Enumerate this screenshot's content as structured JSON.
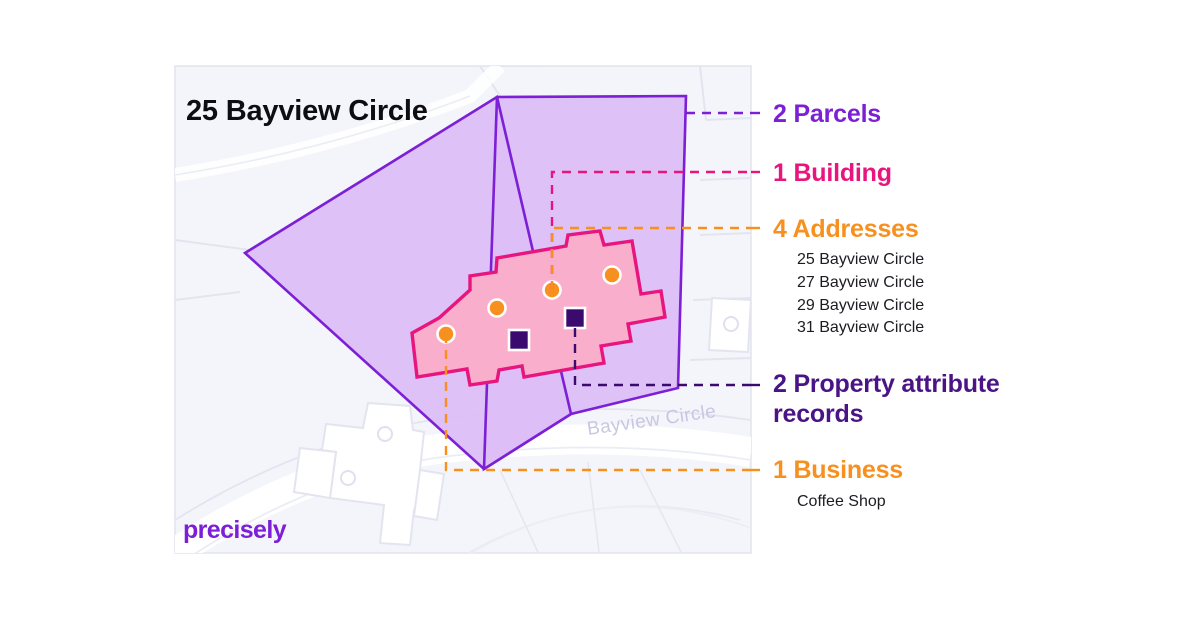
{
  "brand": {
    "logo_text": "precisely",
    "logo_color": "#7C1FD6"
  },
  "map": {
    "title": "25 Bayview Circle",
    "road_label": "Bayview Circle",
    "panel_bg": "#F4F5FA",
    "parcel_fill": "#DCBEF5",
    "parcel_stroke": "#7C1FD6",
    "building_fill": "#F9AFCB",
    "building_stroke": "#E8157F",
    "address_marker_color": "#F7901E",
    "property_marker_color": "#3B0A6E",
    "background_building_fill": "#FFFFFF",
    "background_building_stroke": "#E4E4F0"
  },
  "callouts": [
    {
      "id": "parcels",
      "count": "2",
      "label": "2 Parcels",
      "color": "#7C1FD6",
      "items": []
    },
    {
      "id": "building",
      "count": "1",
      "label": "1 Building",
      "color": "#E8157F",
      "items": []
    },
    {
      "id": "addresses",
      "count": "4",
      "label": "4 Addresses",
      "color": "#F7901E",
      "items": [
        "25 Bayview Circle",
        "27 Bayview Circle",
        "29 Bayview Circle",
        "31 Bayview Circle"
      ]
    },
    {
      "id": "property-attributes",
      "count": "2",
      "label_line1": "2 Property attribute",
      "label_line2": "records",
      "color": "#4B1486",
      "items": []
    },
    {
      "id": "business",
      "count": "1",
      "label": "1 Business",
      "color": "#F7901E",
      "items": [
        "Coffee Shop"
      ]
    }
  ]
}
